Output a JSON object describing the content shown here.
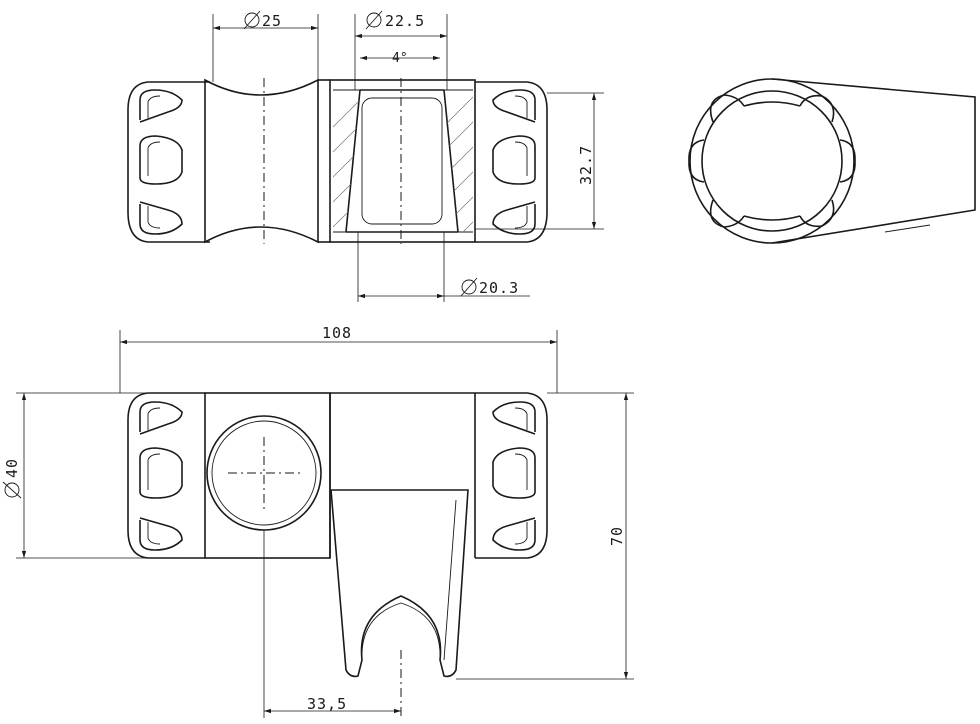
{
  "dimensions": {
    "top_left_diameter": "25",
    "top_inner_diameter": "22.5",
    "taper_angle": "4°",
    "grip_height": "32.7",
    "bottom_inner_diameter": "20.3",
    "overall_width": "108",
    "outer_diameter": "40",
    "overall_height": "70",
    "holder_offset": "33,5"
  }
}
